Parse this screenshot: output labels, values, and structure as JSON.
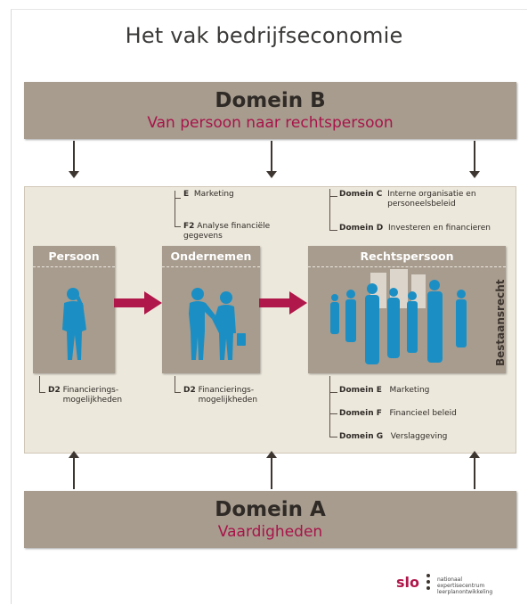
{
  "title": "Het vak bedrijfseconomie",
  "domein_b": {
    "title": "Domein B",
    "subtitle": "Van persoon naar rechtspersoon"
  },
  "domein_a": {
    "title": "Domein A",
    "subtitle": "Vaardigheden"
  },
  "top_labels_left": [
    {
      "code": "E",
      "text": "Marketing"
    },
    {
      "code": "F2",
      "text": "Analyse financiële gegevens"
    }
  ],
  "top_labels_right": [
    {
      "code": "Domein C",
      "text": "Interne organisatie en personeelsbeleid"
    },
    {
      "code": "Domein D",
      "text": "Investeren en financieren"
    }
  ],
  "panels": {
    "persoon": "Persoon",
    "ondernemen": "Ondernemen",
    "rechtspersoon": "Rechtspersoon"
  },
  "side_label": "Bestaansrecht",
  "bottom_labels": {
    "persoon": {
      "code": "D2",
      "text": "Financierings-mogelijkheden"
    },
    "ondernemen": {
      "code": "D2",
      "text": "Financierings-mogelijkheden"
    },
    "rechtspersoon": [
      {
        "code": "Domein E",
        "text": "Marketing"
      },
      {
        "code": "Domein F",
        "text": "Financieel beleid"
      },
      {
        "code": "Domein G",
        "text": "Verslaggeving"
      }
    ]
  },
  "logo": {
    "name": "slo",
    "text": "nationaal expertisecentrum leerplanontwikkeling"
  },
  "colors": {
    "panel": "#a79c8e",
    "accent": "#a8144a",
    "figure": "#1b8fc4",
    "background": "#ede8dc"
  }
}
